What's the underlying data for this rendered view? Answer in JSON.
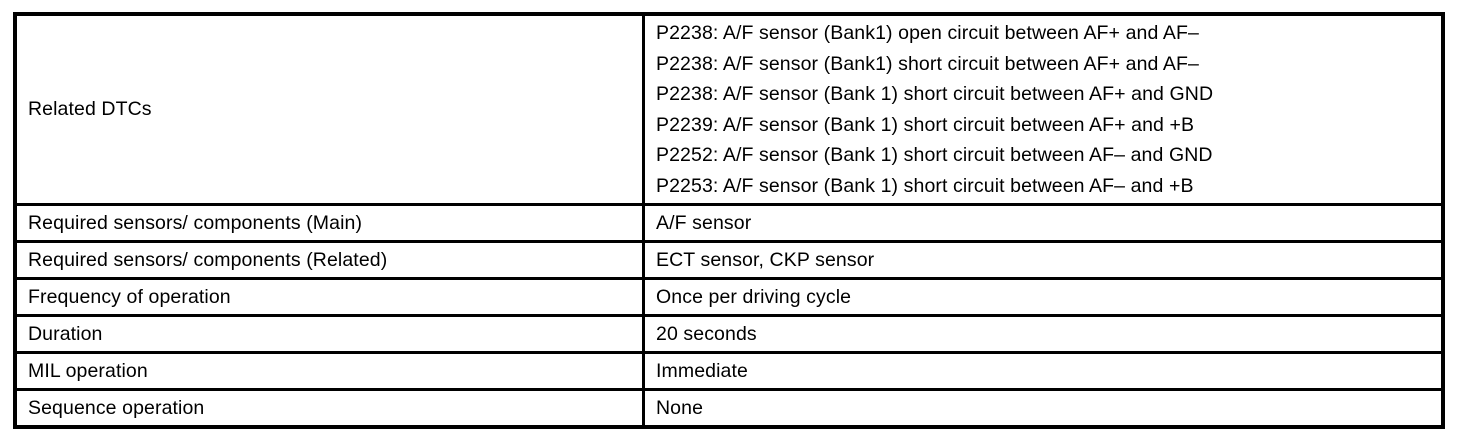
{
  "colors": {
    "border": "#000000",
    "text": "#000000",
    "background": "#ffffff"
  },
  "table": {
    "rows": [
      {
        "label": "Related DTCs",
        "lines": [
          "P2238: A/F sensor (Bank1) open circuit between AF+ and AF–",
          "P2238: A/F sensor (Bank1) short circuit between AF+ and AF–",
          "P2238: A/F sensor (Bank 1) short circuit between AF+ and GND",
          "P2239: A/F sensor (Bank 1) short circuit between AF+ and +B",
          "P2252: A/F sensor (Bank 1) short circuit between AF– and GND",
          "P2253: A/F sensor (Bank 1) short circuit between AF– and +B"
        ]
      },
      {
        "label": "Required sensors/ components (Main)",
        "value": "A/F sensor"
      },
      {
        "label": "Required sensors/ components (Related)",
        "value": "ECT sensor, CKP sensor"
      },
      {
        "label": "Frequency of operation",
        "value": "Once per driving cycle"
      },
      {
        "label": "Duration",
        "value": "20 seconds"
      },
      {
        "label": "MIL operation",
        "value": "Immediate"
      },
      {
        "label": "Sequence operation",
        "value": "None"
      }
    ]
  }
}
